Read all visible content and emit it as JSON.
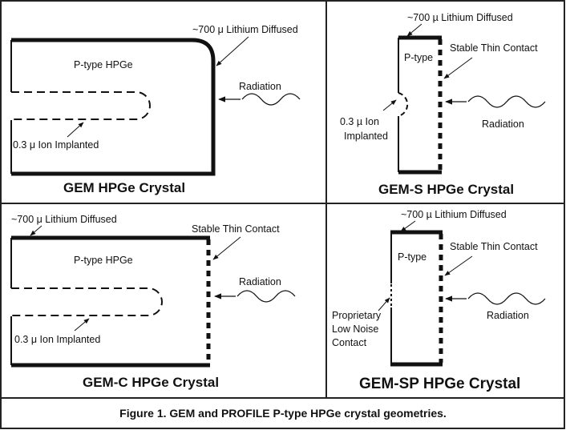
{
  "figure": {
    "caption": "Figure 1. GEM and PROFILE P-type HPGe crystal geometries.",
    "panels": [
      {
        "id": "gem",
        "title": "GEM HPGe Crystal",
        "lithium_label": "~700 μ Lithium Diffused",
        "ptype_label": "P-type HPGe",
        "radiation_label": "Radiation",
        "ion_label": "0.3 μ Ion Implanted"
      },
      {
        "id": "gem-s",
        "title": "GEM-S HPGe Crystal",
        "lithium_label": "~700 µ Lithium Diffused",
        "ptype_label": "P-type",
        "contact_label": "Stable Thin Contact",
        "radiation_label": "Radiation",
        "ion_label_line1": "0.3 µ Ion",
        "ion_label_line2": "Implanted"
      },
      {
        "id": "gem-c",
        "title": "GEM-C HPGe Crystal",
        "lithium_label": "~700 μ Lithium Diffused",
        "ptype_label": "P-type HPGe",
        "contact_label": "Stable Thin Contact",
        "radiation_label": "Radiation",
        "ion_label": "0.3 μ Ion Implanted"
      },
      {
        "id": "gem-sp",
        "title": "GEM-SP HPGe Crystal",
        "lithium_label": "~700 µ Lithium Diffused",
        "ptype_label": "P-type",
        "contact_label": "Stable Thin Contact",
        "radiation_label": "Radiation",
        "low_noise_line1": "Proprietary",
        "low_noise_line2": "Low Noise",
        "low_noise_line3": "Contact"
      }
    ]
  }
}
